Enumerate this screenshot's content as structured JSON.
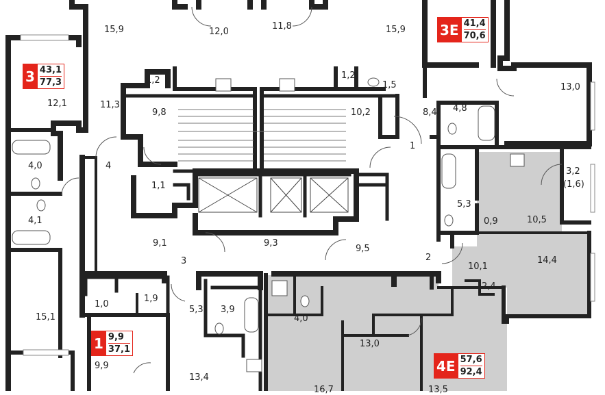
{
  "colors": {
    "wall": "#222222",
    "apartment_fill": "#cfcfcf",
    "badge": "#e4251b",
    "background": "#ffffff"
  },
  "apartments": [
    {
      "id": "3",
      "areas": [
        "43,1",
        "77,3"
      ]
    },
    {
      "id": "1",
      "areas": [
        "9,9",
        "37,1"
      ]
    },
    {
      "id": "3E",
      "areas": [
        "41,4",
        "70,6"
      ]
    },
    {
      "id": "4E",
      "areas": [
        "57,6",
        "92,4"
      ]
    }
  ],
  "room_labels": [
    "15,9",
    "12,0",
    "11,8",
    "15,9",
    "12,1",
    "11,3",
    "1,2",
    "1,2",
    "1,5",
    "9,8",
    "10,2",
    "8,4",
    "4,8",
    "13,0",
    "1",
    "4,0",
    "4,1",
    "4",
    "1,1",
    "3,2",
    "(1,6)",
    "5,3",
    "0,9",
    "10,5",
    "9,1",
    "9,3",
    "9,5",
    "3",
    "2",
    "10,1",
    "14,4",
    "2,4",
    "1,0",
    "1,9",
    "5,3",
    "3,9",
    "4,0",
    "15,1",
    "13,0",
    "9,9",
    "13,4",
    "16,7",
    "13,5"
  ]
}
